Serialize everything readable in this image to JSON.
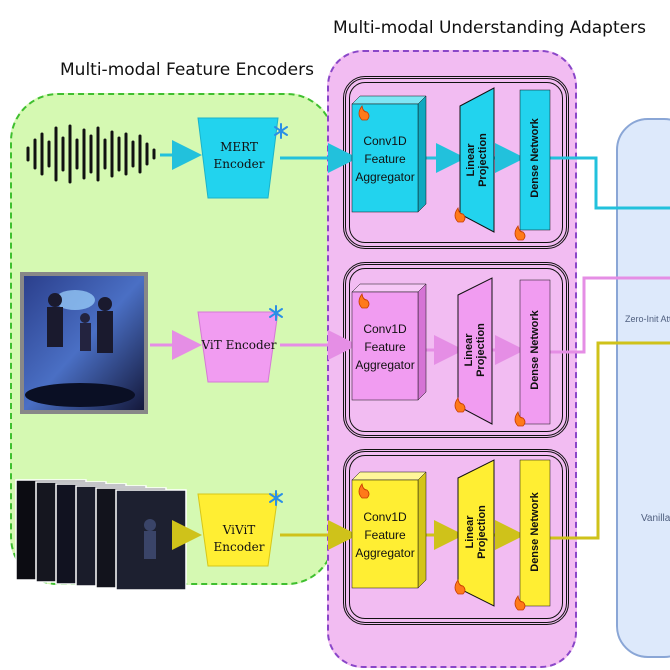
{
  "titles": {
    "encoders": "Multi-modal Feature Encoders",
    "adapters": "Multi-modal Understanding Adapters"
  },
  "encoders": [
    {
      "line1": "MERT",
      "line2": "Encoder",
      "color": "#22d3ee"
    },
    {
      "line1": "ViT Encoder",
      "line2": "",
      "color": "#f19cf1"
    },
    {
      "line1": "ViViT Encoder",
      "line2": "",
      "color": "#ffee33"
    }
  ],
  "adapter": {
    "aggregator_lines": [
      "Conv1D",
      "Feature",
      "Aggregator"
    ],
    "projection_lines": [
      "Linear",
      "Projection"
    ],
    "dense_label": "Dense Network"
  },
  "stage_colors": [
    "#22d3ee",
    "#f19cf1",
    "#ffee33"
  ],
  "right_panel": {
    "label_zero_init": "Zero-Init Atte",
    "label_vanilla": "Vanilla A"
  },
  "icons": {
    "frozen": "snowflake-icon",
    "trainable": "flame-icon",
    "waveform": "audio-waveform-icon"
  },
  "colors": {
    "audio": "#22d3ee",
    "image": "#f19cf1",
    "video": "#d8c81e"
  }
}
